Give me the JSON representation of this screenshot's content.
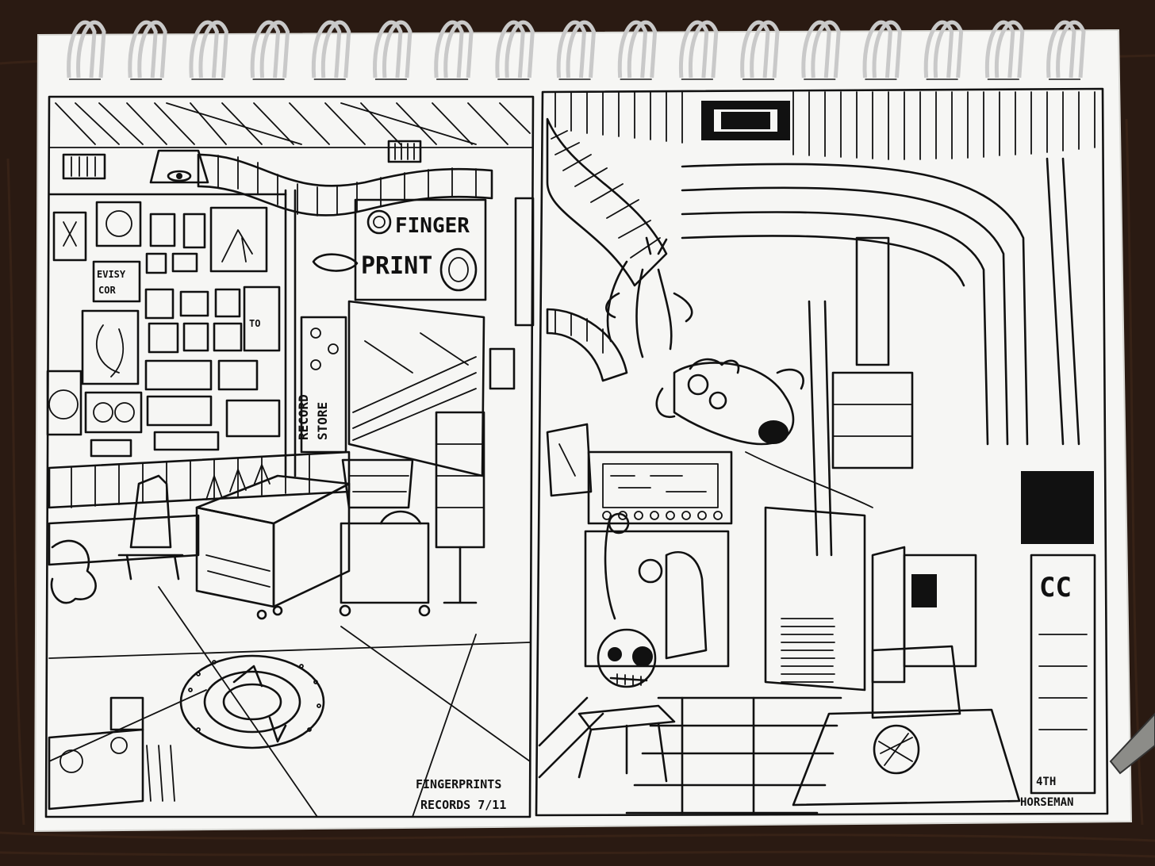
{
  "scene": {
    "background_color": "#2a1a12",
    "paper_color": "#f6f6f4",
    "ink_color": "#111111",
    "ring_count": 17
  },
  "texts": {
    "sign_top": "FINGER",
    "sign_bottom": "PRINT",
    "poster_line1": "EVISY",
    "poster_line2": "COR",
    "record_line1": "RECORD",
    "record_line2": "STORE",
    "small_poster": "TO",
    "signature_left_line1": "FINGERPRINTS",
    "signature_left_line2": "RECORDS 7/11",
    "signature_right_line1": "4TH",
    "signature_right_line2": "HORSEMAN",
    "right_sign": "CC"
  }
}
